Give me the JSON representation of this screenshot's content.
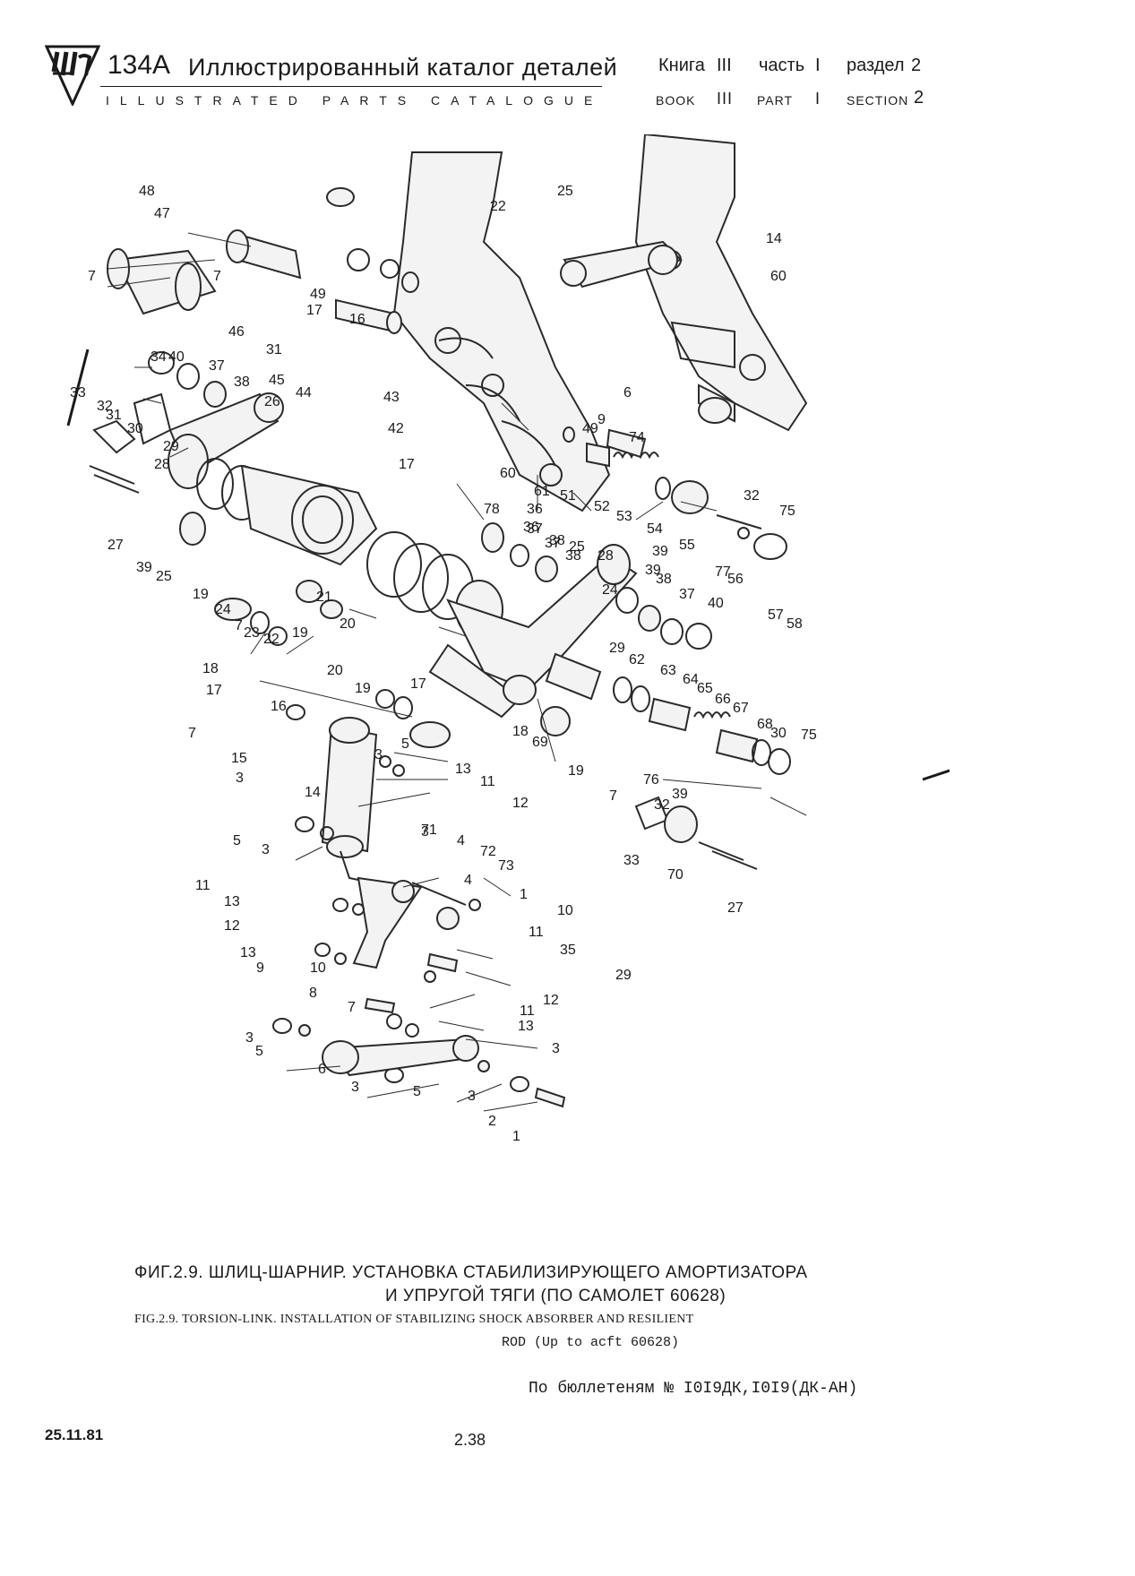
{
  "header": {
    "model": "134A",
    "title_ru": "Иллюстрированный каталог деталей",
    "title_en": "ILLUSTRATED PARTS CATALOGUE",
    "book_ru_label": "Книга",
    "book_ru_value": "III",
    "part_ru_label": "часть",
    "part_ru_value": "I",
    "section_ru_label": "раздел",
    "section_ru_value": "2",
    "book_en_label": "BOOK",
    "book_en_value": "III",
    "part_en_label": "PART",
    "part_en_value": "I",
    "section_en_label": "SECTION",
    "section_en_value": "2"
  },
  "callouts": [
    "48",
    "47",
    "7",
    "7",
    "34",
    "46",
    "31",
    "45",
    "44",
    "49",
    "17",
    "16",
    "43",
    "42",
    "17",
    "25",
    "22",
    "14",
    "60",
    "40",
    "37",
    "38",
    "26",
    "33",
    "32",
    "31",
    "30",
    "29",
    "28",
    "27",
    "39",
    "25",
    "19",
    "24",
    "7",
    "23",
    "22",
    "18",
    "17",
    "16",
    "19",
    "20",
    "21",
    "20",
    "19",
    "78",
    "60",
    "61",
    "36",
    "37",
    "38",
    "36",
    "37",
    "38",
    "49",
    "51",
    "52",
    "53",
    "54",
    "74",
    "55",
    "39",
    "32",
    "75",
    "77",
    "56",
    "57",
    "58",
    "25",
    "24",
    "28",
    "39",
    "38",
    "37",
    "40",
    "29",
    "62",
    "63",
    "64",
    "65",
    "66",
    "67",
    "68",
    "30",
    "75",
    "76",
    "39",
    "32",
    "33",
    "70",
    "27",
    "17",
    "18",
    "19",
    "69",
    "7",
    "6",
    "9",
    "15",
    "7",
    "3",
    "5",
    "3",
    "13",
    "11",
    "12",
    "14",
    "3",
    "5",
    "3",
    "71",
    "4",
    "72",
    "73",
    "4",
    "1",
    "10",
    "11",
    "13",
    "12",
    "11",
    "13",
    "9",
    "10",
    "35",
    "29",
    "8",
    "12",
    "11",
    "7",
    "13",
    "3",
    "5",
    "3",
    "6",
    "3",
    "5",
    "3",
    "2",
    "1"
  ],
  "figure": {
    "caption_ru_line1": "ФИГ.2.9. ШЛИЦ-ШАРНИР. УСТАНОВКА СТАБИЛИЗИРУЮЩЕГО АМОРТИЗАТОРА",
    "caption_ru_line2": "И УПРУГОЙ ТЯГИ (ПО САМОЛЕТ 60628)",
    "caption_en_line1": "FIG.2.9. TORSION-LINK. INSTALLATION OF STABILIZING SHOCK ABSORBER AND RESILIENT",
    "caption_en_line2": "ROD (Up to acft 60628)"
  },
  "bulletin": "По бюллетеням № I0I9ДК,I0I9(ДК-АН)",
  "footer": {
    "date": "25.11.81",
    "page": "2.38"
  }
}
